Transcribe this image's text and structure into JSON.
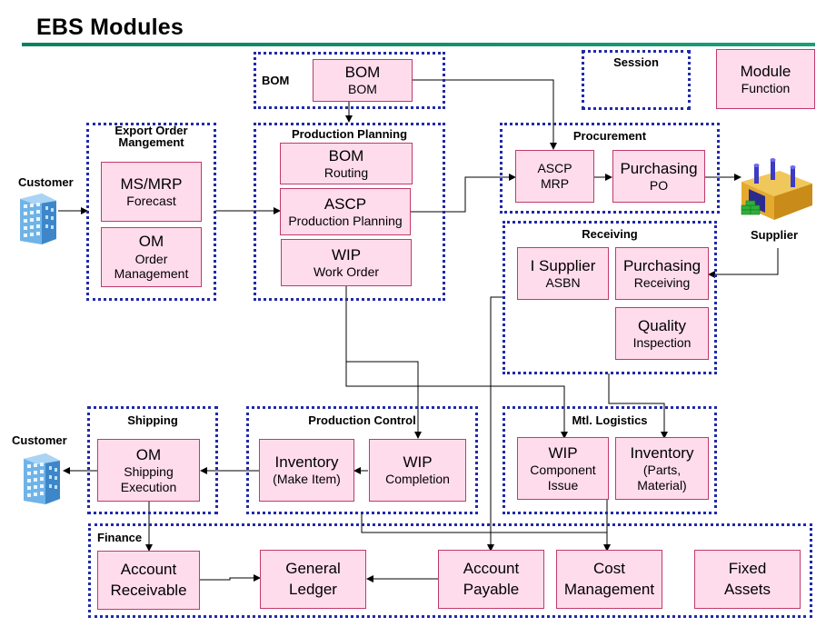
{
  "title": "EBS Modules",
  "groups": {
    "bom": "BOM",
    "session": "Session",
    "export_order_l1": "Export Order",
    "export_order_l2": "Mangement",
    "production_planning": "Production  Planning",
    "procurement": "Procurement",
    "receiving": "Receiving",
    "shipping": "Shipping",
    "production_control": "Production  Control",
    "mtl_logistics": "Mtl. Logistics",
    "finance": "Finance"
  },
  "legend": {
    "module": "Module",
    "function": "Function"
  },
  "modules": {
    "bom_top": {
      "module": "BOM",
      "function": "BOM"
    },
    "msmrp": {
      "module": "MS/MRP",
      "function": "Forecast"
    },
    "om_order": {
      "module": "OM",
      "function_l1": "Order",
      "function_l2": "Management"
    },
    "bom_routing": {
      "module": "BOM",
      "function": "Routing"
    },
    "ascp_pp": {
      "module": "ASCP",
      "function": "Production Planning"
    },
    "wip_wo": {
      "module": "WIP",
      "function": "Work Order"
    },
    "ascp_mrp": {
      "line1": "ASCP",
      "line2": "MRP"
    },
    "purchasing_po": {
      "module": "Purchasing",
      "function": "PO"
    },
    "isupplier": {
      "module": "I Supplier",
      "function": "ASBN"
    },
    "purchasing_recv": {
      "module": "Purchasing",
      "function": "Receiving"
    },
    "quality": {
      "module": "Quality",
      "function": "Inspection"
    },
    "om_ship": {
      "module": "OM",
      "function_l1": "Shipping",
      "function_l2": "Execution"
    },
    "inventory_make": {
      "module": "Inventory",
      "function": "(Make  Item)"
    },
    "wip_completion": {
      "module": "WIP",
      "function": "Completion"
    },
    "wip_component": {
      "module": "WIP",
      "function_l1": "Component",
      "function_l2": "Issue"
    },
    "inventory_parts": {
      "module": "Inventory",
      "function_l1": "(Parts,",
      "function_l2": "Material)"
    },
    "ar": {
      "l1": "Account",
      "l2": "Receivable"
    },
    "gl": {
      "l1": "General",
      "l2": "Ledger"
    },
    "ap": {
      "l1": "Account",
      "l2": "Payable"
    },
    "cost": {
      "l1": "Cost",
      "l2": "Management"
    },
    "fa": {
      "l1": "Fixed",
      "l2": "Assets"
    }
  },
  "actors": {
    "customer_top": "Customer",
    "customer_bottom": "Customer",
    "supplier": "Supplier"
  },
  "colors": {
    "module_fill": "#ffdcec",
    "module_border": "#c03a6a",
    "group_border": "#1f2aa8",
    "title_rule": "#0c8060"
  },
  "icons": {
    "customer": "building-icon",
    "supplier": "factory-icon"
  }
}
